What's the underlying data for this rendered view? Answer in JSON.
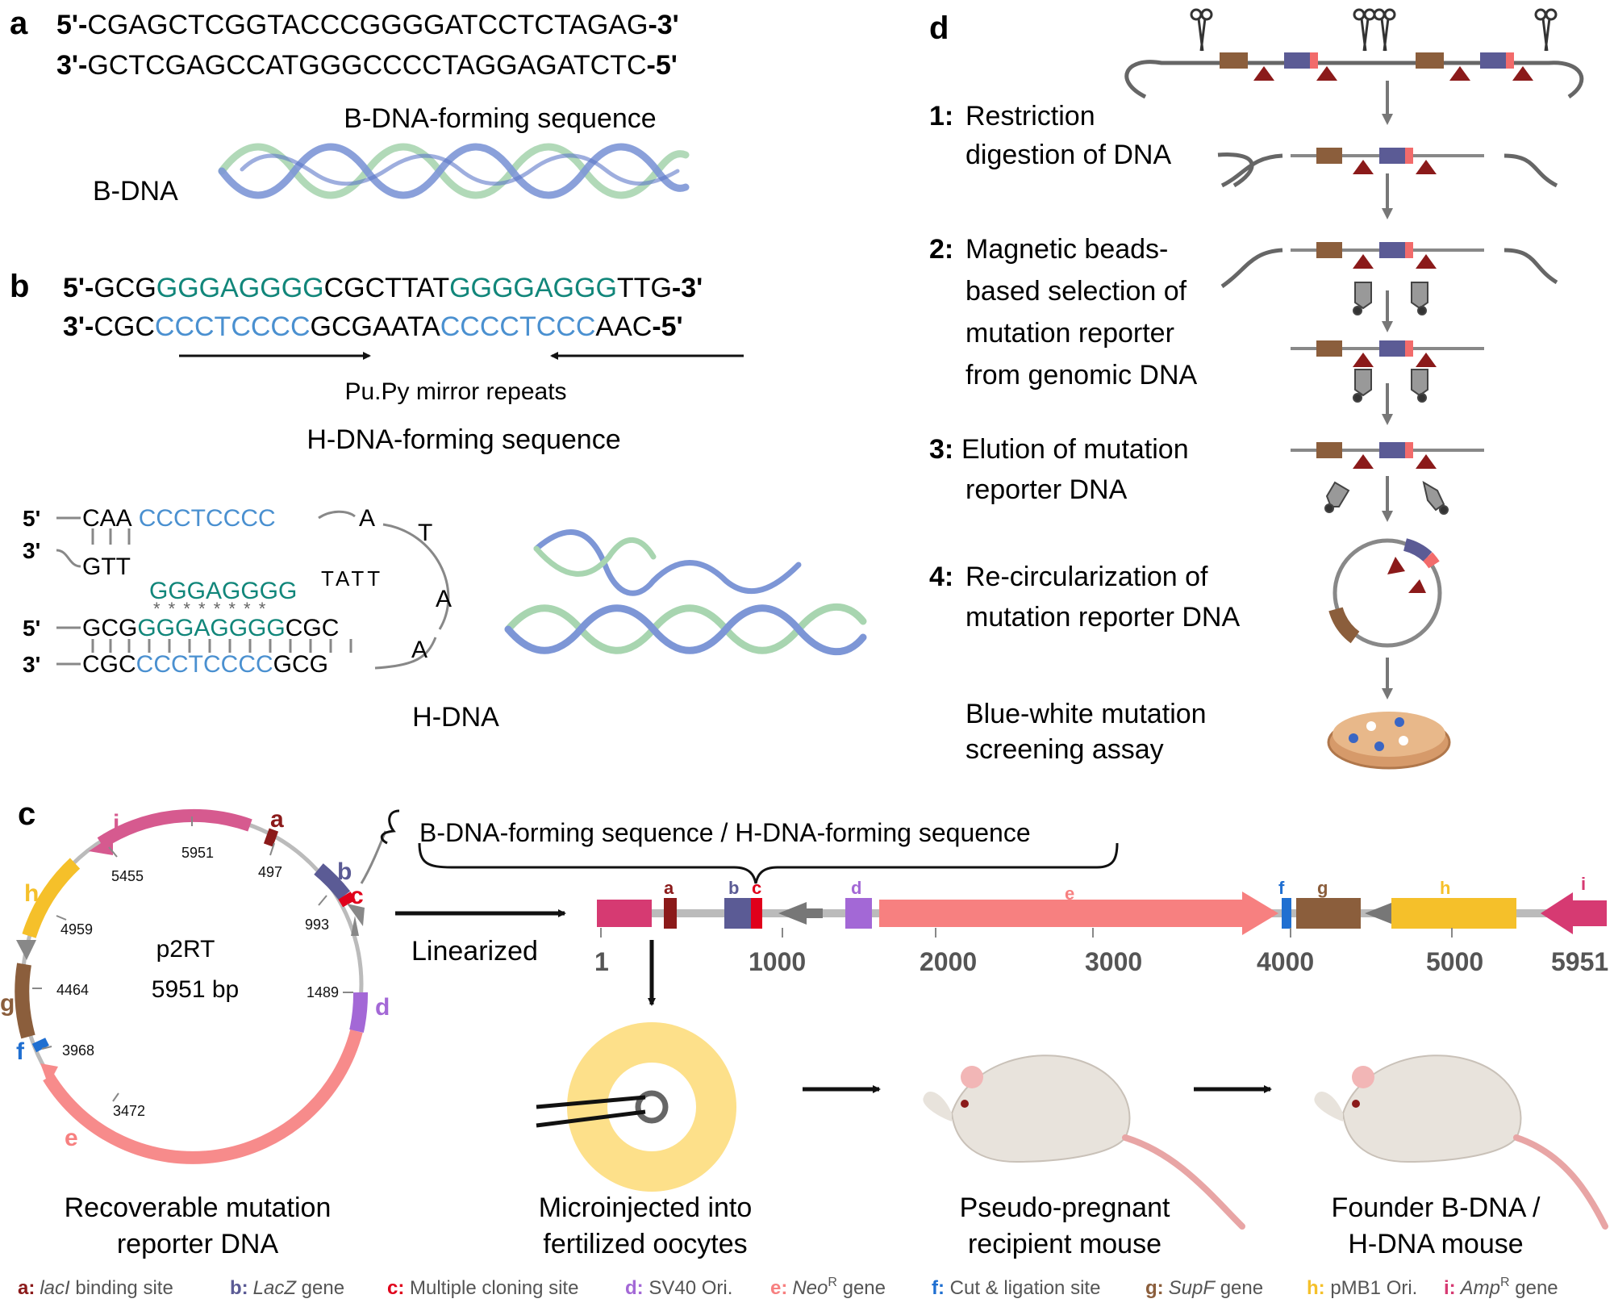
{
  "panel_a": {
    "label": "a",
    "top5": "5'-",
    "topseq": "CGAGCTCGGTACCCGGGGATCCTCTAGAG",
    "top3": "-3'",
    "bot3": "3'-",
    "botseq": "GCTCGAGCCATGGGCCCCTAGGAGATCTC",
    "bot5": "-5'",
    "title": "B-DNA-forming sequence",
    "helix_label": "B-DNA"
  },
  "panel_b": {
    "label": "b",
    "top5": "5'-",
    "top_a": "GCG",
    "top_b": "GGGAGGGG",
    "top_c": "CGCTTAT",
    "top_d": "GGGGAGGG",
    "top_e": "TTG",
    "top3": "-3'",
    "bot3": "3'-",
    "bot_a": "CGC",
    "bot_b": "CCCTCCCC",
    "bot_c": "GCGAATA",
    "bot_d": "CCCCTCCC",
    "bot_e": "AAC",
    "bot5": "-5'",
    "repeats": "Pu.Py mirror repeats",
    "title": "H-DNA-forming sequence",
    "h5a": "5'",
    "h3a": "3'",
    "h5b": "5'",
    "h3b": "3'",
    "r1_a": "CAA",
    "r1_b": "CCCTCCCC",
    "r1_end": "A",
    "r2": "GTT",
    "r3": "GGGAGGGG",
    "r3_tail": "TATT",
    "loop_T": "T",
    "loop_A": "A",
    "r4_a": "GCG",
    "r4_b": "GGGAGGGG",
    "r4_c": "CGC",
    "r5_a": "CGC",
    "r5_b": "CCCTCCCC",
    "r5_c": "GCG",
    "r5_end": "A",
    "stars": "* * * * * * * *",
    "helix_label": "H-DNA"
  },
  "panel_c": {
    "label": "c",
    "plasmid_name": "p2RT",
    "plasmid_size": "5951 bp",
    "ticks": [
      "5951",
      "497",
      "993",
      "1489",
      "5455",
      "4959",
      "4464",
      "3968",
      "3472"
    ],
    "letters": [
      "a",
      "b",
      "c",
      "d",
      "e",
      "f",
      "g",
      "h",
      "i"
    ],
    "brace_label": "B-DNA-forming sequence / H-DNA-forming sequence",
    "linearized": "Linearized",
    "axis_ticks": [
      "1",
      "1000",
      "2000",
      "3000",
      "4000",
      "5000",
      "5951"
    ],
    "caption_plasmid": [
      "Recoverable mutation",
      "reporter DNA"
    ],
    "caption_oocyte": [
      "Microinjected into",
      "fertilized oocytes"
    ],
    "caption_pseudo": [
      "Pseudo-pregnant",
      "recipient mouse"
    ],
    "caption_founder": [
      "Founder B-DNA /",
      "H-DNA mouse"
    ]
  },
  "panel_d": {
    "label": "d",
    "step1_num": "1:",
    "step1": [
      "Restriction",
      "digestion of DNA"
    ],
    "step2_num": "2:",
    "step2": [
      "Magnetic beads-",
      "based selection of",
      "mutation reporter",
      "from genomic DNA"
    ],
    "step3_num": "3:",
    "step3": [
      "Elution of mutation",
      "reporter DNA"
    ],
    "step4_num": "4:",
    "step4": [
      "Re-circularization of",
      "mutation reporter DNA"
    ],
    "step5": [
      "Blue-white mutation",
      "screening assay"
    ]
  },
  "legend": [
    {
      "key": "a:",
      "pre": "",
      "italic": "lacI",
      "sup": "",
      "post": " binding site",
      "color": "#8b1a1a"
    },
    {
      "key": "b:",
      "pre": "",
      "italic": "LacZ",
      "sup": "",
      "post": " gene",
      "color": "#5b5b95"
    },
    {
      "key": "c:",
      "pre": " Multiple cloning site",
      "italic": "",
      "sup": "",
      "post": "",
      "color": "#e0001b"
    },
    {
      "key": "d:",
      "pre": " SV40 Ori.",
      "italic": "",
      "sup": "",
      "post": "",
      "color": "#9a5fd0"
    },
    {
      "key": "e:",
      "pre": "",
      "italic": "Neo",
      "sup": "R",
      "post": " gene",
      "color": "#f27a7a"
    },
    {
      "key": "f:",
      "pre": " Cut & ligation site",
      "italic": "",
      "sup": "",
      "post": "",
      "color": "#1f6fd1"
    },
    {
      "key": "g:",
      "pre": "",
      "italic": "SupF",
      "sup": "",
      "post": " gene",
      "color": "#8b5e3c"
    },
    {
      "key": "h:",
      "pre": " pMB1 Ori.",
      "italic": "",
      "sup": "",
      "post": "",
      "color": "#f2b400"
    },
    {
      "key": "i:",
      "pre": "",
      "italic": "Amp",
      "sup": "R",
      "post": " gene",
      "color": "#d6336c"
    }
  ],
  "colors": {
    "green": "#11867a",
    "blue": "#4a90d0",
    "a": "#8b1a1a",
    "b": "#5b5b95",
    "c": "#e0001b",
    "d": "#a368d6",
    "e": "#f78080",
    "f": "#1f6fd1",
    "g": "#8b5e3c",
    "h": "#f5c02a",
    "i": "#d63a72"
  }
}
